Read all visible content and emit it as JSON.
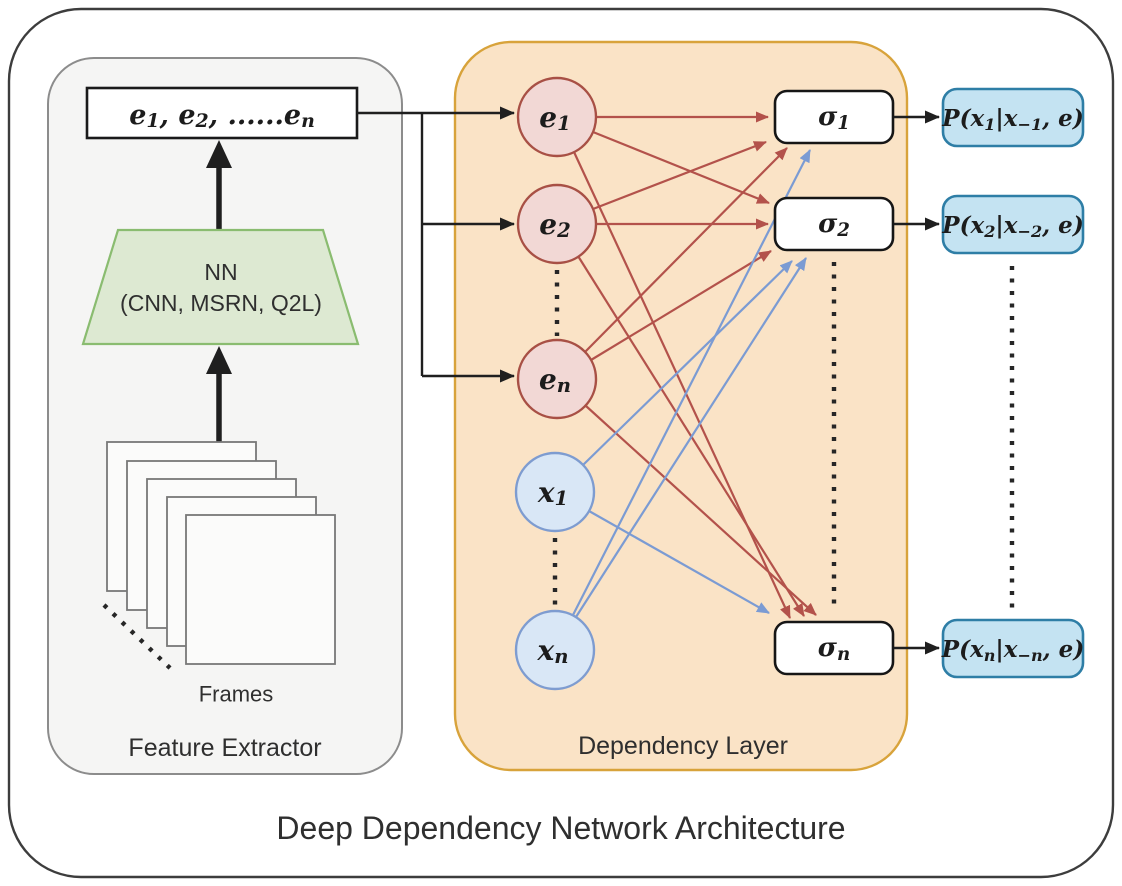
{
  "title": "Deep Dependency Network Architecture",
  "feature_extractor": {
    "label": "Feature Extractor",
    "embedding_sequence": {
      "parts": [
        "e",
        "1",
        ", e",
        "2",
        ", ......e",
        "n"
      ]
    },
    "nn_line1": "NN",
    "nn_line2": "(CNN, MSRN, Q2L)",
    "frames_label": "Frames",
    "frame_count": 5
  },
  "dependency_layer": {
    "label": "Dependency Layer",
    "e_nodes": [
      {
        "parts": [
          "e",
          "1"
        ]
      },
      {
        "parts": [
          "e",
          "2"
        ]
      },
      {
        "parts": [
          "e",
          "n"
        ]
      }
    ],
    "x_nodes": [
      {
        "parts": [
          "x",
          "1"
        ]
      },
      {
        "parts": [
          "x",
          "n"
        ]
      }
    ],
    "sigma_nodes": [
      {
        "parts": [
          "σ",
          "1"
        ]
      },
      {
        "parts": [
          "σ",
          "2"
        ]
      },
      {
        "parts": [
          "σ",
          "n"
        ]
      }
    ]
  },
  "outputs": [
    {
      "parts": [
        "P(x",
        "1",
        "|x",
        "−1",
        ", e)"
      ]
    },
    {
      "parts": [
        "P(x",
        "2",
        "|x",
        "−2",
        ", e)"
      ]
    },
    {
      "parts": [
        "P(x",
        "n",
        "|x",
        "−n",
        ", e)"
      ]
    }
  ],
  "colors": {
    "e_node_fill": "#f2d8d5",
    "e_node_border": "#a85045",
    "x_node_fill": "#d9e7f6",
    "x_node_border": "#7e9cd0",
    "sigma_fill": "#ffffff",
    "sigma_border": "#161616",
    "output_fill": "#c4e3f2",
    "output_border": "#2e7ea6",
    "dependency_panel_fill": "#fae3c6",
    "dependency_panel_border": "#d8a33b",
    "feature_panel_fill": "#f5f5f4",
    "feature_panel_border": "#8c8c8c",
    "nn_fill": "#dde9d2",
    "nn_border": "#8abc70",
    "red_edge": "#b3524b",
    "blue_edge": "#7b9bd3",
    "black": "#1f1f1f"
  }
}
